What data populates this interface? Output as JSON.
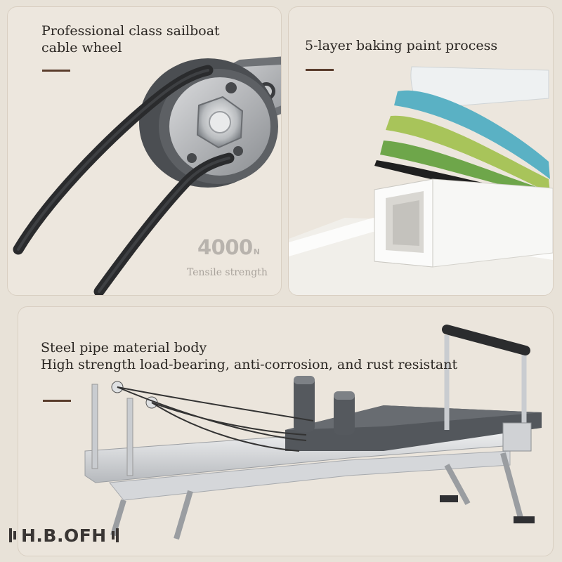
{
  "panels": {
    "cable_wheel": {
      "caption": "Professional class sailboat cable wheel",
      "caption_line1": "Professional class sailboat",
      "caption_line2": "cable wheel",
      "tensile_value": "4000",
      "tensile_unit": "N",
      "tensile_label": "Tensile strength"
    },
    "paint": {
      "caption": "5-layer baking paint process"
    },
    "body": {
      "caption_line1": "Steel pipe material body",
      "caption_line2": "High strength load-bearing, anti-corrosion, and rust resistant"
    }
  },
  "brand": {
    "logo_text": "H.B.OFH"
  },
  "colors": {
    "background": "#e8e2d8",
    "accent_dash": "#5a3d2c",
    "layers": [
      "#e9eef0",
      "#5fb8c9",
      "#a8c25a",
      "#6ea64a",
      "#222222"
    ]
  }
}
